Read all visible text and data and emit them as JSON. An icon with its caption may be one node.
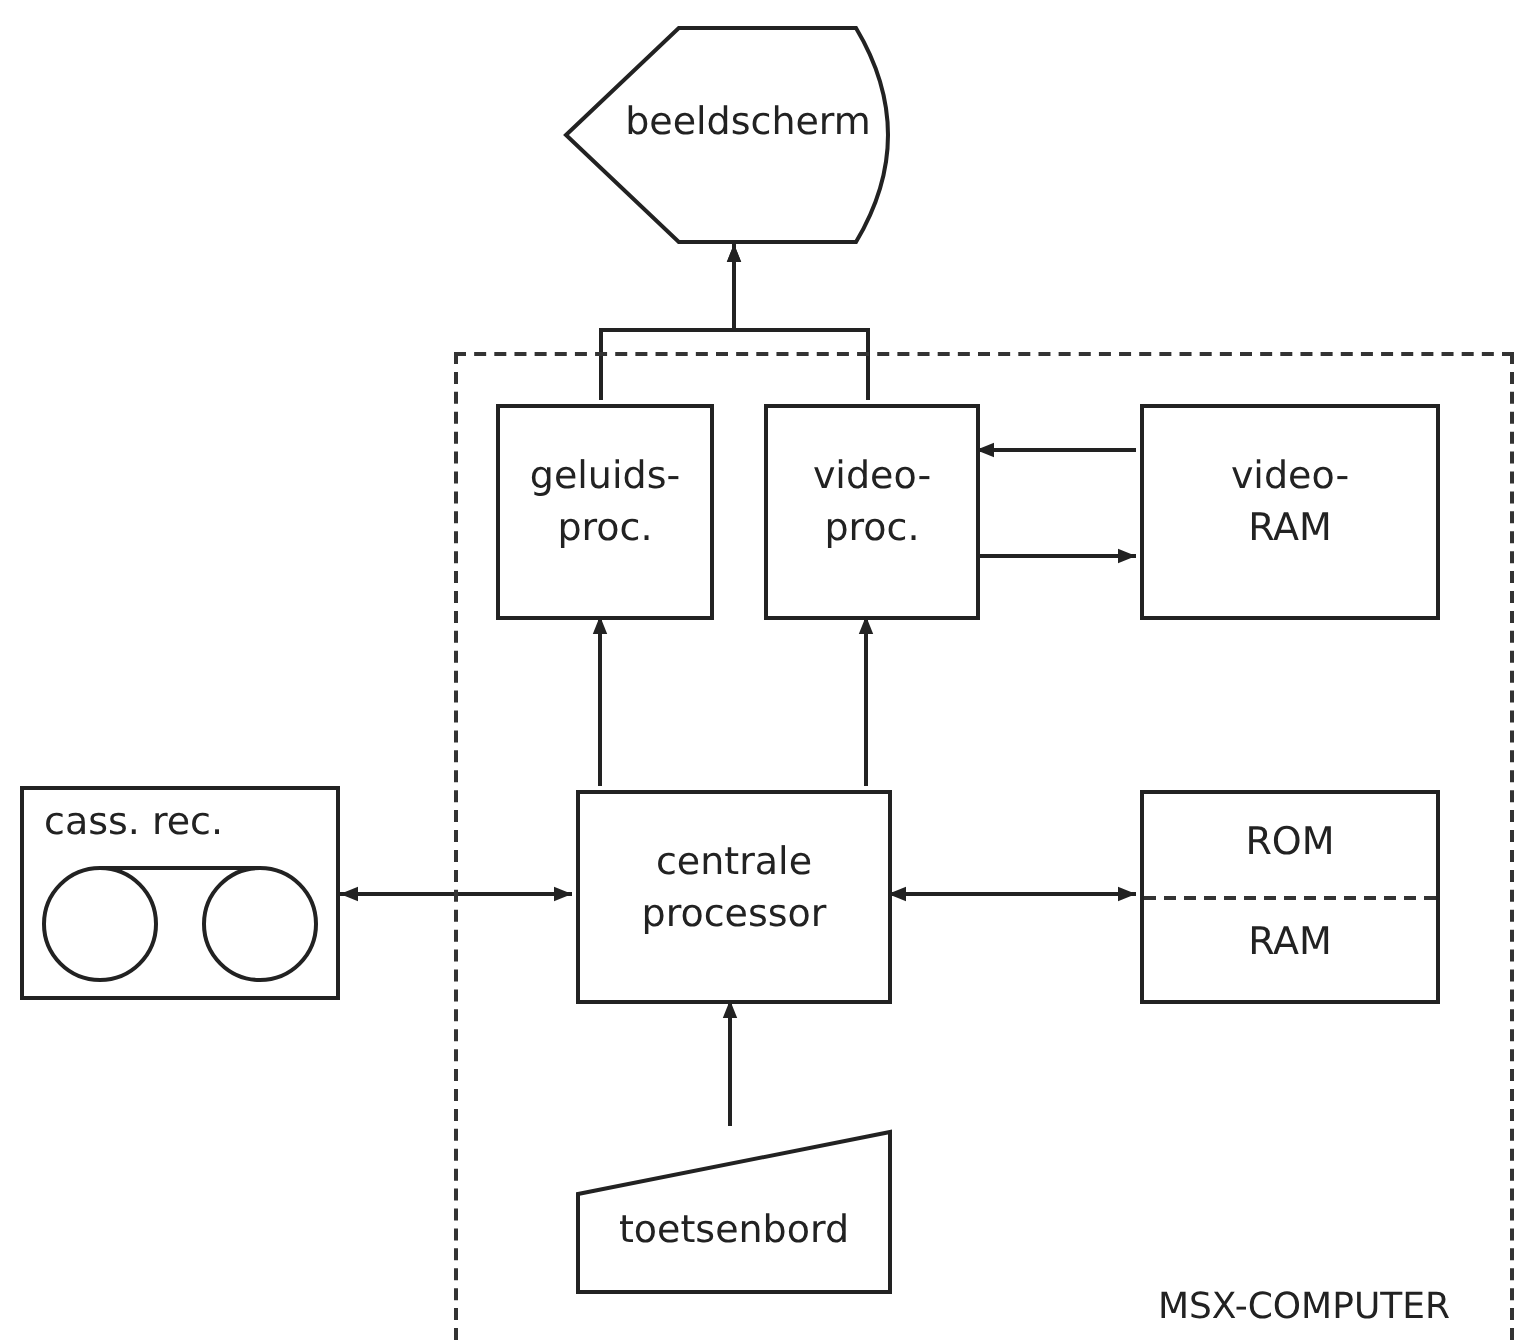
{
  "diagram": {
    "nodes": [
      {
        "text": [
          "MSX-COMPUTER"
        ]
      },
      {
        "text": [
          "beeldscherm"
        ]
      },
      {
        "text": [
          "geluids- proc."
        ],
        "in": 0
      },
      {
        "text": [
          "video- proc."
        ],
        "in": 0
      },
      {
        "text": [
          "video- RAM"
        ],
        "in": 0
      },
      {
        "text": [
          "cass. rec."
        ]
      },
      {
        "text": [
          "centrale processor"
        ],
        "in": 0
      },
      {
        "text": [
          "ROM",
          "RAM"
        ],
        "in": 0
      },
      {
        "text": [
          "toetsenbord"
        ],
        "in": 0
      }
    ],
    "edges": [
      {
        "from": 2,
        "to": 1,
        "arrow": "to"
      },
      {
        "from": 3,
        "to": 1,
        "arrow": "to"
      },
      {
        "from": 4,
        "to": 3,
        "arrow": "to"
      },
      {
        "from": 3,
        "to": 4,
        "arrow": "to"
      },
      {
        "from": 6,
        "to": 2,
        "arrow": "to"
      },
      {
        "from": 6,
        "to": 3,
        "arrow": "to"
      },
      {
        "from": 5,
        "to": 6,
        "arrow": "both"
      },
      {
        "from": 6,
        "to": 7,
        "arrow": "both"
      },
      {
        "from": 8,
        "to": 6,
        "arrow": "to"
      }
    ]
  }
}
